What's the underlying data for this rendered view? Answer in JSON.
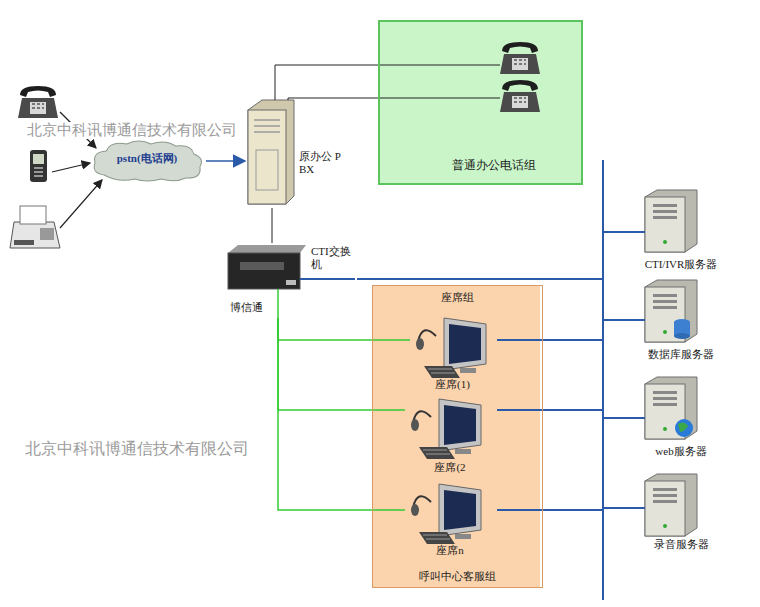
{
  "diagram": {
    "nodes": [
      {
        "text": [
          "pstn(电话网)"
        ]
      },
      {
        "text": [
          "原办公 PBX"
        ]
      },
      {
        "text": [
          "普通办公电话组"
        ]
      },
      {
        "text": [
          "CTI交换机",
          "博信通"
        ]
      },
      {
        "text": [
          "座席组",
          "呼叫中心客服组"
        ]
      },
      {
        "text": [
          "座席(1)"
        ],
        "in": 4
      },
      {
        "text": [
          "座席(2"
        ],
        "in": 4
      },
      {
        "text": [
          "座席n"
        ],
        "in": 4
      },
      {
        "text": [
          "CTI/IVR服务器"
        ]
      },
      {
        "text": [
          "数据库服务器"
        ]
      },
      {
        "text": [
          "web服务器"
        ]
      },
      {
        "text": [
          "录音服务器"
        ]
      }
    ],
    "edges": [
      {
        "from": 0,
        "to": 1,
        "arrow": "to"
      },
      {
        "from": 1,
        "to": 2,
        "arrow": "none"
      },
      {
        "from": 1,
        "to": 2,
        "arrow": "none"
      },
      {
        "from": 1,
        "to": 3,
        "arrow": "none"
      },
      {
        "from": 3,
        "to": 8,
        "arrow": "none"
      },
      {
        "from": 3,
        "to": 9,
        "arrow": "none"
      },
      {
        "from": 3,
        "to": 10,
        "arrow": "none"
      },
      {
        "from": 3,
        "to": 11,
        "arrow": "none"
      },
      {
        "from": 3,
        "to": 5,
        "arrow": "none"
      },
      {
        "from": 3,
        "to": 6,
        "arrow": "none"
      },
      {
        "from": 3,
        "to": 7,
        "arrow": "none"
      },
      {
        "from": 5,
        "to": 8,
        "arrow": "none"
      },
      {
        "from": 5,
        "to": 9,
        "arrow": "none"
      },
      {
        "from": 5,
        "to": 10,
        "arrow": "none"
      },
      {
        "from": 5,
        "to": 11,
        "arrow": "none"
      },
      {
        "from": 6,
        "to": 8,
        "arrow": "none"
      },
      {
        "from": 6,
        "to": 9,
        "arrow": "none"
      },
      {
        "from": 6,
        "to": 10,
        "arrow": "none"
      },
      {
        "from": 6,
        "to": 11,
        "arrow": "none"
      },
      {
        "from": 7,
        "to": 8,
        "arrow": "none"
      },
      {
        "from": 7,
        "to": 9,
        "arrow": "none"
      },
      {
        "from": 7,
        "to": 10,
        "arrow": "none"
      },
      {
        "from": 7,
        "to": 11,
        "arrow": "none"
      }
    ],
    "labels": [
      "北京中科讯博通信技术有限公司",
      "北京中科讯博通信技术有限公司"
    ]
  }
}
